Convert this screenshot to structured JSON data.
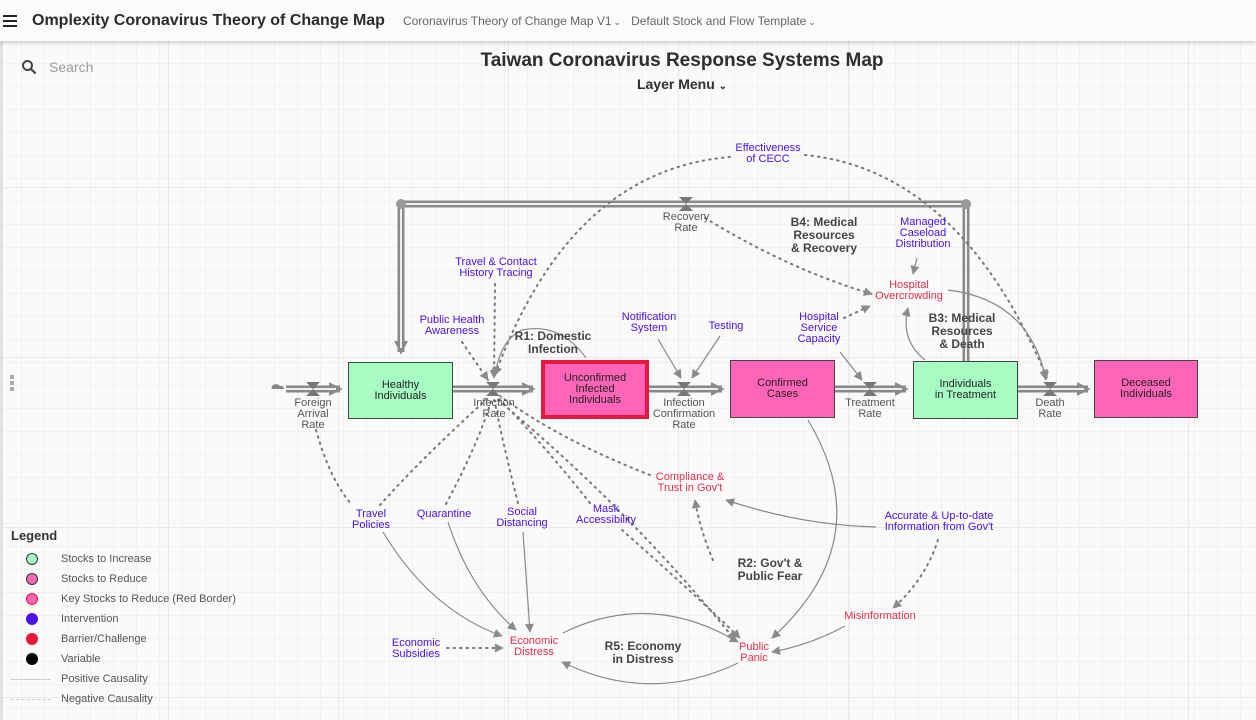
{
  "header": {
    "app_title": "Omplexity Coronavirus Theory of Change Map",
    "map_dropdown": "Coronavirus Theory of Change Map V1",
    "template_dropdown": "Default Stock and Flow Template",
    "chevron": "⌄"
  },
  "search": {
    "placeholder": "Search",
    "icon": "search-icon"
  },
  "map": {
    "title": "Taiwan Coronavirus Response Systems Map",
    "layer_menu": "Layer Menu"
  },
  "colors": {
    "stock_increase": "#a6fcc3",
    "stock_reduce": "#fe64b8",
    "key_border": "#e8173d",
    "intervention": "#4a12e8",
    "barrier": "#e0304d",
    "variable": "#000000",
    "flow": "#8a8a8a"
  },
  "stocks": {
    "healthy": "Healthy\nIndividuals",
    "unconfirmed": "Unconfirmed\nInfected\nIndividuals",
    "confirmed": "Confirmed\nCases",
    "treatment": "Individuals\nin Treatment",
    "deceased": "Deceased\nIndividuals"
  },
  "rates": {
    "foreign_arrival": "Foreign\nArrival\nRate",
    "infection": "Infection\nRate",
    "confirmation": "Infection\nConfirmation\nRate",
    "treatment": "Treatment\nRate",
    "death": "Death\nRate",
    "recovery": "Recovery\nRate"
  },
  "interventions": {
    "effectiveness_cecc": "Effectiveness\nof CECC",
    "travel_contact_tracing": "Travel & Contact\nHistory Tracing",
    "public_health_awareness": "Public Health\nAwareness",
    "notification_system": "Notification\nSystem",
    "testing": "Testing",
    "hospital_service_capacity": "Hospital\nService\nCapacity",
    "managed_caseload": "Managed\nCaseload\nDistribution",
    "travel_policies": "Travel\nPolicies",
    "quarantine": "Quarantine",
    "social_distancing": "Social\nDistancing",
    "mask_accessibility": "Mask\nAccessibility",
    "accurate_info": "Accurate & Up-to-date\nInformation from Gov't",
    "economic_subsidies": "Economic\nSubsidies"
  },
  "barriers": {
    "hospital_overcrowding": "Hospital\nOvercrowding",
    "compliance_trust": "Compliance &\nTrust in Gov't",
    "misinformation": "Misinformation",
    "economic_distress": "Economic\nDistress",
    "public_panic": "Public\nPanic"
  },
  "loops": {
    "r1": "R1: Domestic\nInfection",
    "b4": "B4: Medical\nResources\n& Recovery",
    "b3": "B3: Medical\nResources\n& Death",
    "r2": "R2: Gov't &\nPublic Fear",
    "r5": "R5: Economy\nin Distress"
  },
  "legend": {
    "title": "Legend",
    "items": [
      {
        "label": "Stocks to Increase",
        "kind": "dot",
        "fill": "#a6fcc3",
        "border": "#333333"
      },
      {
        "label": "Stocks to Reduce",
        "kind": "dot",
        "fill": "#fe64b8",
        "border": "#333333"
      },
      {
        "label": "Key Stocks to Reduce (Red Border)",
        "kind": "dot",
        "fill": "#fe64b8",
        "border": "#e8173d"
      },
      {
        "label": "Intervention",
        "kind": "dot",
        "fill": "#4a12e8",
        "border": "#4a12e8"
      },
      {
        "label": "Barrier/Challenge",
        "kind": "dot",
        "fill": "#e8173d",
        "border": "#e8173d"
      },
      {
        "label": "Variable",
        "kind": "dot",
        "fill": "#000000",
        "border": "#000000"
      },
      {
        "label": "Positive Causality",
        "kind": "solid"
      },
      {
        "label": "Negative Causality",
        "kind": "dashed"
      }
    ]
  }
}
